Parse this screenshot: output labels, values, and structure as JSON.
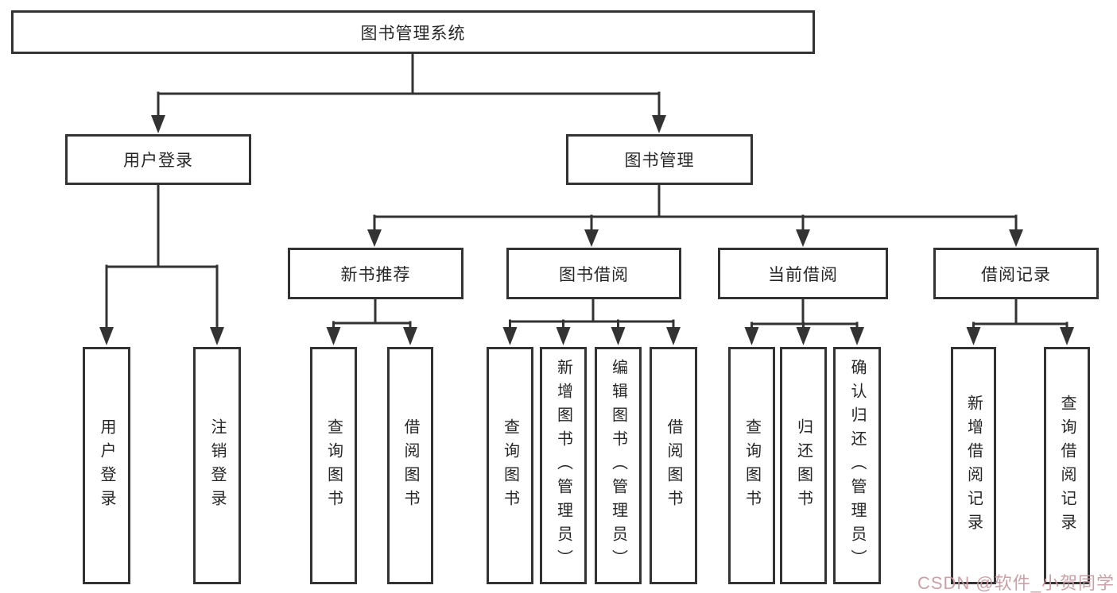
{
  "diagram": {
    "root": "图书管理系统",
    "level2": {
      "user_login": "用户登录",
      "book_management": "图书管理"
    },
    "level3": {
      "new_book": "新书推荐",
      "book_borrow": "图书借阅",
      "current_borrow": "当前借阅",
      "borrow_record": "借阅记录"
    },
    "leaves": {
      "user_login": [
        "用户登录",
        "注销登录"
      ],
      "new_book": [
        "查询图书",
        "借阅图书"
      ],
      "book_borrow": [
        "查询图书",
        "新增图书（管理员）",
        "编辑图书（管理员）",
        "借阅图书"
      ],
      "current_borrow": [
        "查询图书",
        "归还图书",
        "确认归还（管理员）"
      ],
      "borrow_record": [
        "新增借阅记录",
        "查询借阅记录"
      ]
    },
    "watermark": "CSDN @软件_小贺同学",
    "colors": {
      "line": "#333333",
      "box_border": "#333333",
      "box_fill": "#ffffff",
      "text": "#262626",
      "watermark": "#c898a0"
    }
  }
}
